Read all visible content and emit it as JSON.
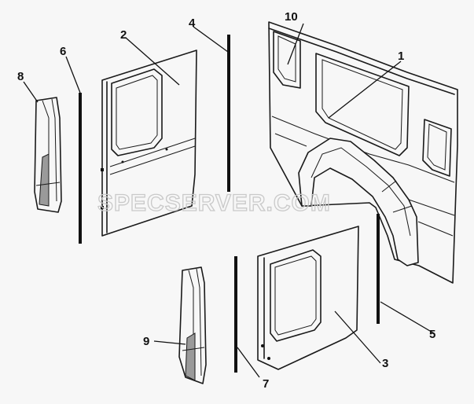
{
  "callouts": {
    "c1": "1",
    "c2": "2",
    "c3": "3",
    "c4": "4",
    "c5": "5",
    "c6": "6",
    "c7": "7",
    "c8": "8",
    "c9": "9",
    "c10": "10"
  },
  "watermark": "SPECSERVER.COM"
}
